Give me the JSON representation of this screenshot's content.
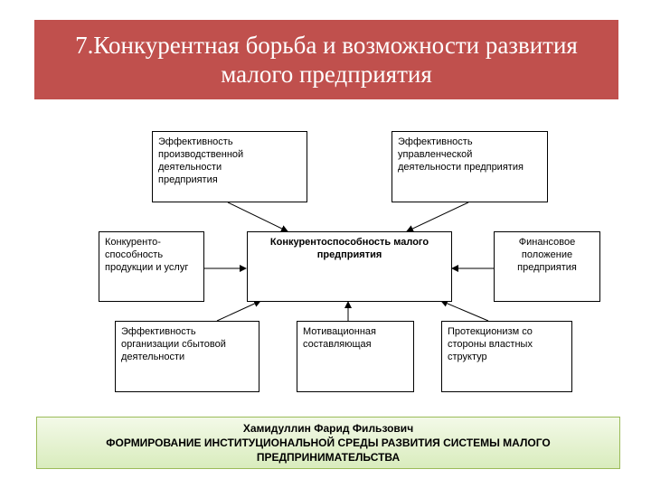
{
  "title": "7.Конкурентная борьба и возможности развития малого предприятия",
  "boxes": {
    "production_efficiency": "Эффективность\nпроизводственной\nдеятельности\nпредприятия",
    "management_efficiency": "Эффективность\nуправленческой\nдеятельности предприятия",
    "product_competitiveness": "Конкуренто-\nспособность\nпродукции и услуг",
    "center": "Конкурентоспособность малого\nпредприятия",
    "financial_position": "Финансовое\nположение\nпредприятия",
    "sales_efficiency": "Эффективность\nорганизации сбытовой\nдеятельности",
    "motivation": "Мотивационная\nсоставляющая",
    "protectionism": "Протекционизм со\nстороны властных\nструктур"
  },
  "footer": {
    "author": "Хамидуллин Фарид Фильзович",
    "title": "ФОРМИРОВАНИЕ ИНСТИТУЦИОНАЛЬНОЙ СРЕДЫ РАЗВИТИЯ СИСТЕМЫ МАЛОГО ПРЕДПРИНИМАТЕЛЬСТВА"
  }
}
